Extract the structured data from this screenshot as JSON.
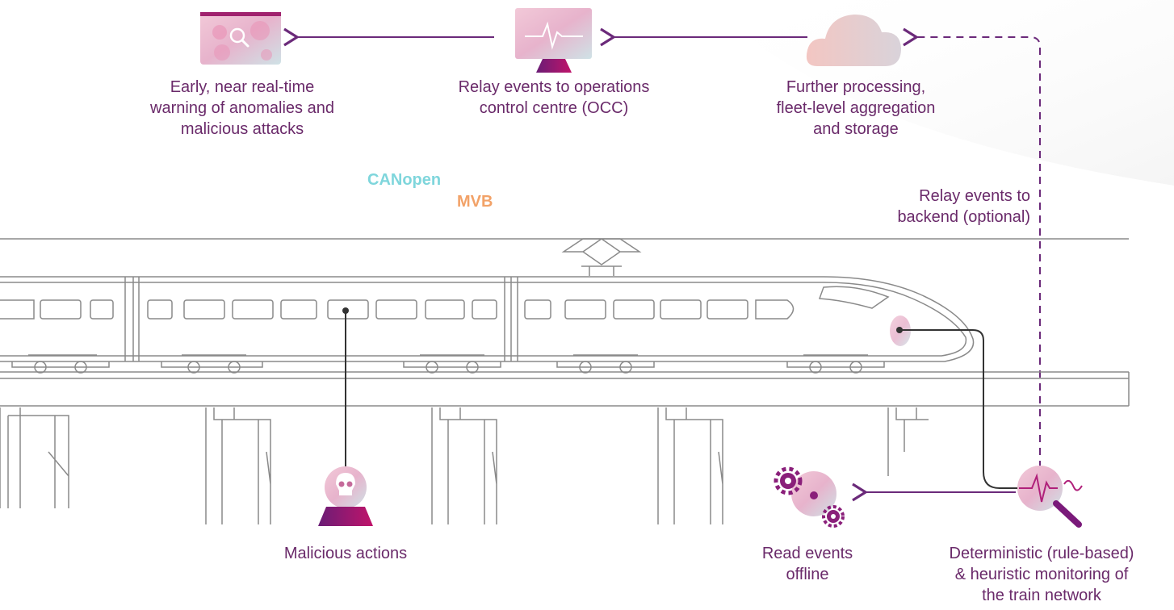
{
  "labels": {
    "early_warning": "Early, near real-time\nwarning of anomalies and\nmalicious attacks",
    "relay_occ": "Relay events to operations\ncontrol centre (OCC)",
    "further_processing": "Further processing,\nfleet-level aggregation\nand storage",
    "relay_backend": "Relay events to\nbackend (optional)",
    "malicious_actions": "Malicious actions",
    "read_offline": "Read events\noffline",
    "monitoring": "Deterministic (rule-based)\n& heuristic monitoring of\nthe train network"
  },
  "buses": {
    "canopen": "CANopen",
    "mvb": "MVB"
  },
  "colors": {
    "text": "#6a2a6a",
    "arrow": "#6b2a7a",
    "canopen": "#7fd6dc",
    "mvb": "#f2a268",
    "outline": "#8a8a8a",
    "accent": "#9a1f78"
  },
  "icons": {
    "dashboard": "magnifier-icon",
    "monitor": "heartbeat-monitor-icon",
    "cloud": "cloud-icon",
    "skull": "skull-icon",
    "gears": "gears-icon",
    "inspect": "magnifier-heartbeat-icon"
  }
}
